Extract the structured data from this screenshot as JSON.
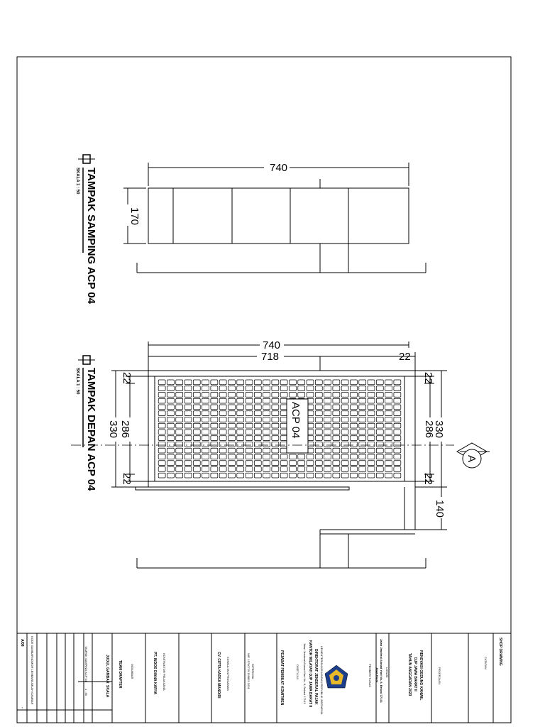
{
  "side_view": {
    "title": "TAMPAK SAMPING ACP 04",
    "scale": "SKALA 1 : 50",
    "width_dim": "740",
    "height_dim": "170"
  },
  "front_view": {
    "title": "TAMPAK DEPAN ACP 04",
    "scale": "SKALA 1 : 50",
    "overall_width_dim": "740",
    "inner_width_dim": "718",
    "edge_dim": "22",
    "total_height_dim": "330",
    "inner_height_dim": "286",
    "top_margin_dim": "22",
    "bottom_margin_dim": "22",
    "right_total_dim": "330",
    "right_inner_dim": "286",
    "right_top_dim": "22",
    "right_bottom_dim": "22",
    "lower_dim": "140",
    "panel_label": "ACP 04",
    "section_marker": "A"
  },
  "title_block": {
    "header": "SHOP DRAWING",
    "notes_label": "CATATAN",
    "project_label": "PEKERJAAN",
    "project_lines": [
      "RENOVASI GEDUNG KANWIL",
      "DJP JAWA BARAT II",
      "TAHUN ANGGARAN 2023"
    ],
    "location_label": "LOKASI",
    "location_lines": [
      "Jalan Jenderal Ahmad Yani No. 8, Bekasi 17141",
      "Jawa Barat"
    ],
    "owner_label": "PEMBERI TUGAS",
    "ministry_lines": [
      "KEMENTERIAN KEUANGAN REPUBLIK INDONESIA",
      "DIREKTORAT JENDERAL PAJAK",
      "KANTOR WILAYAH DJP JAWA BARAT II"
    ],
    "address_line": "Jalan Jenderal Ahmad Yani No. 8, Bekasi 17141",
    "approved_label": "DISETUJUI",
    "ppk_label": "PEJABAT PEMBUAT KOMITMEN",
    "checked_label": "DIPERIKSA",
    "checker_nip": "NIP. 19740719 199803 1001",
    "supervisor_label": "KONSULTAN PENGAWAS",
    "supervisor_name": "CV. CIPTA KARSA MANDIRI",
    "contractor_label": "KONTRAKTOR PELAKSANA",
    "contractor_name": "PT. INDOS DIANA KARYA",
    "drafter_label": "DIGAMBAR",
    "drafter_name": "TEAM DRAFTER",
    "drawing_title_label": "JUDUL GAMBAR",
    "drawing_title": "TAMPAK SAMPING ACP 04",
    "scale_label": "SKALA",
    "scale_value": "1 : 50",
    "sheet_code_label": "KODE GAMBAR",
    "sheet_code": "A/08",
    "sheet_no_label": "NOMOR LEMBAR",
    "sheet_count_label": "JUMLAH GAMBAR",
    "sheet_no": "-"
  }
}
